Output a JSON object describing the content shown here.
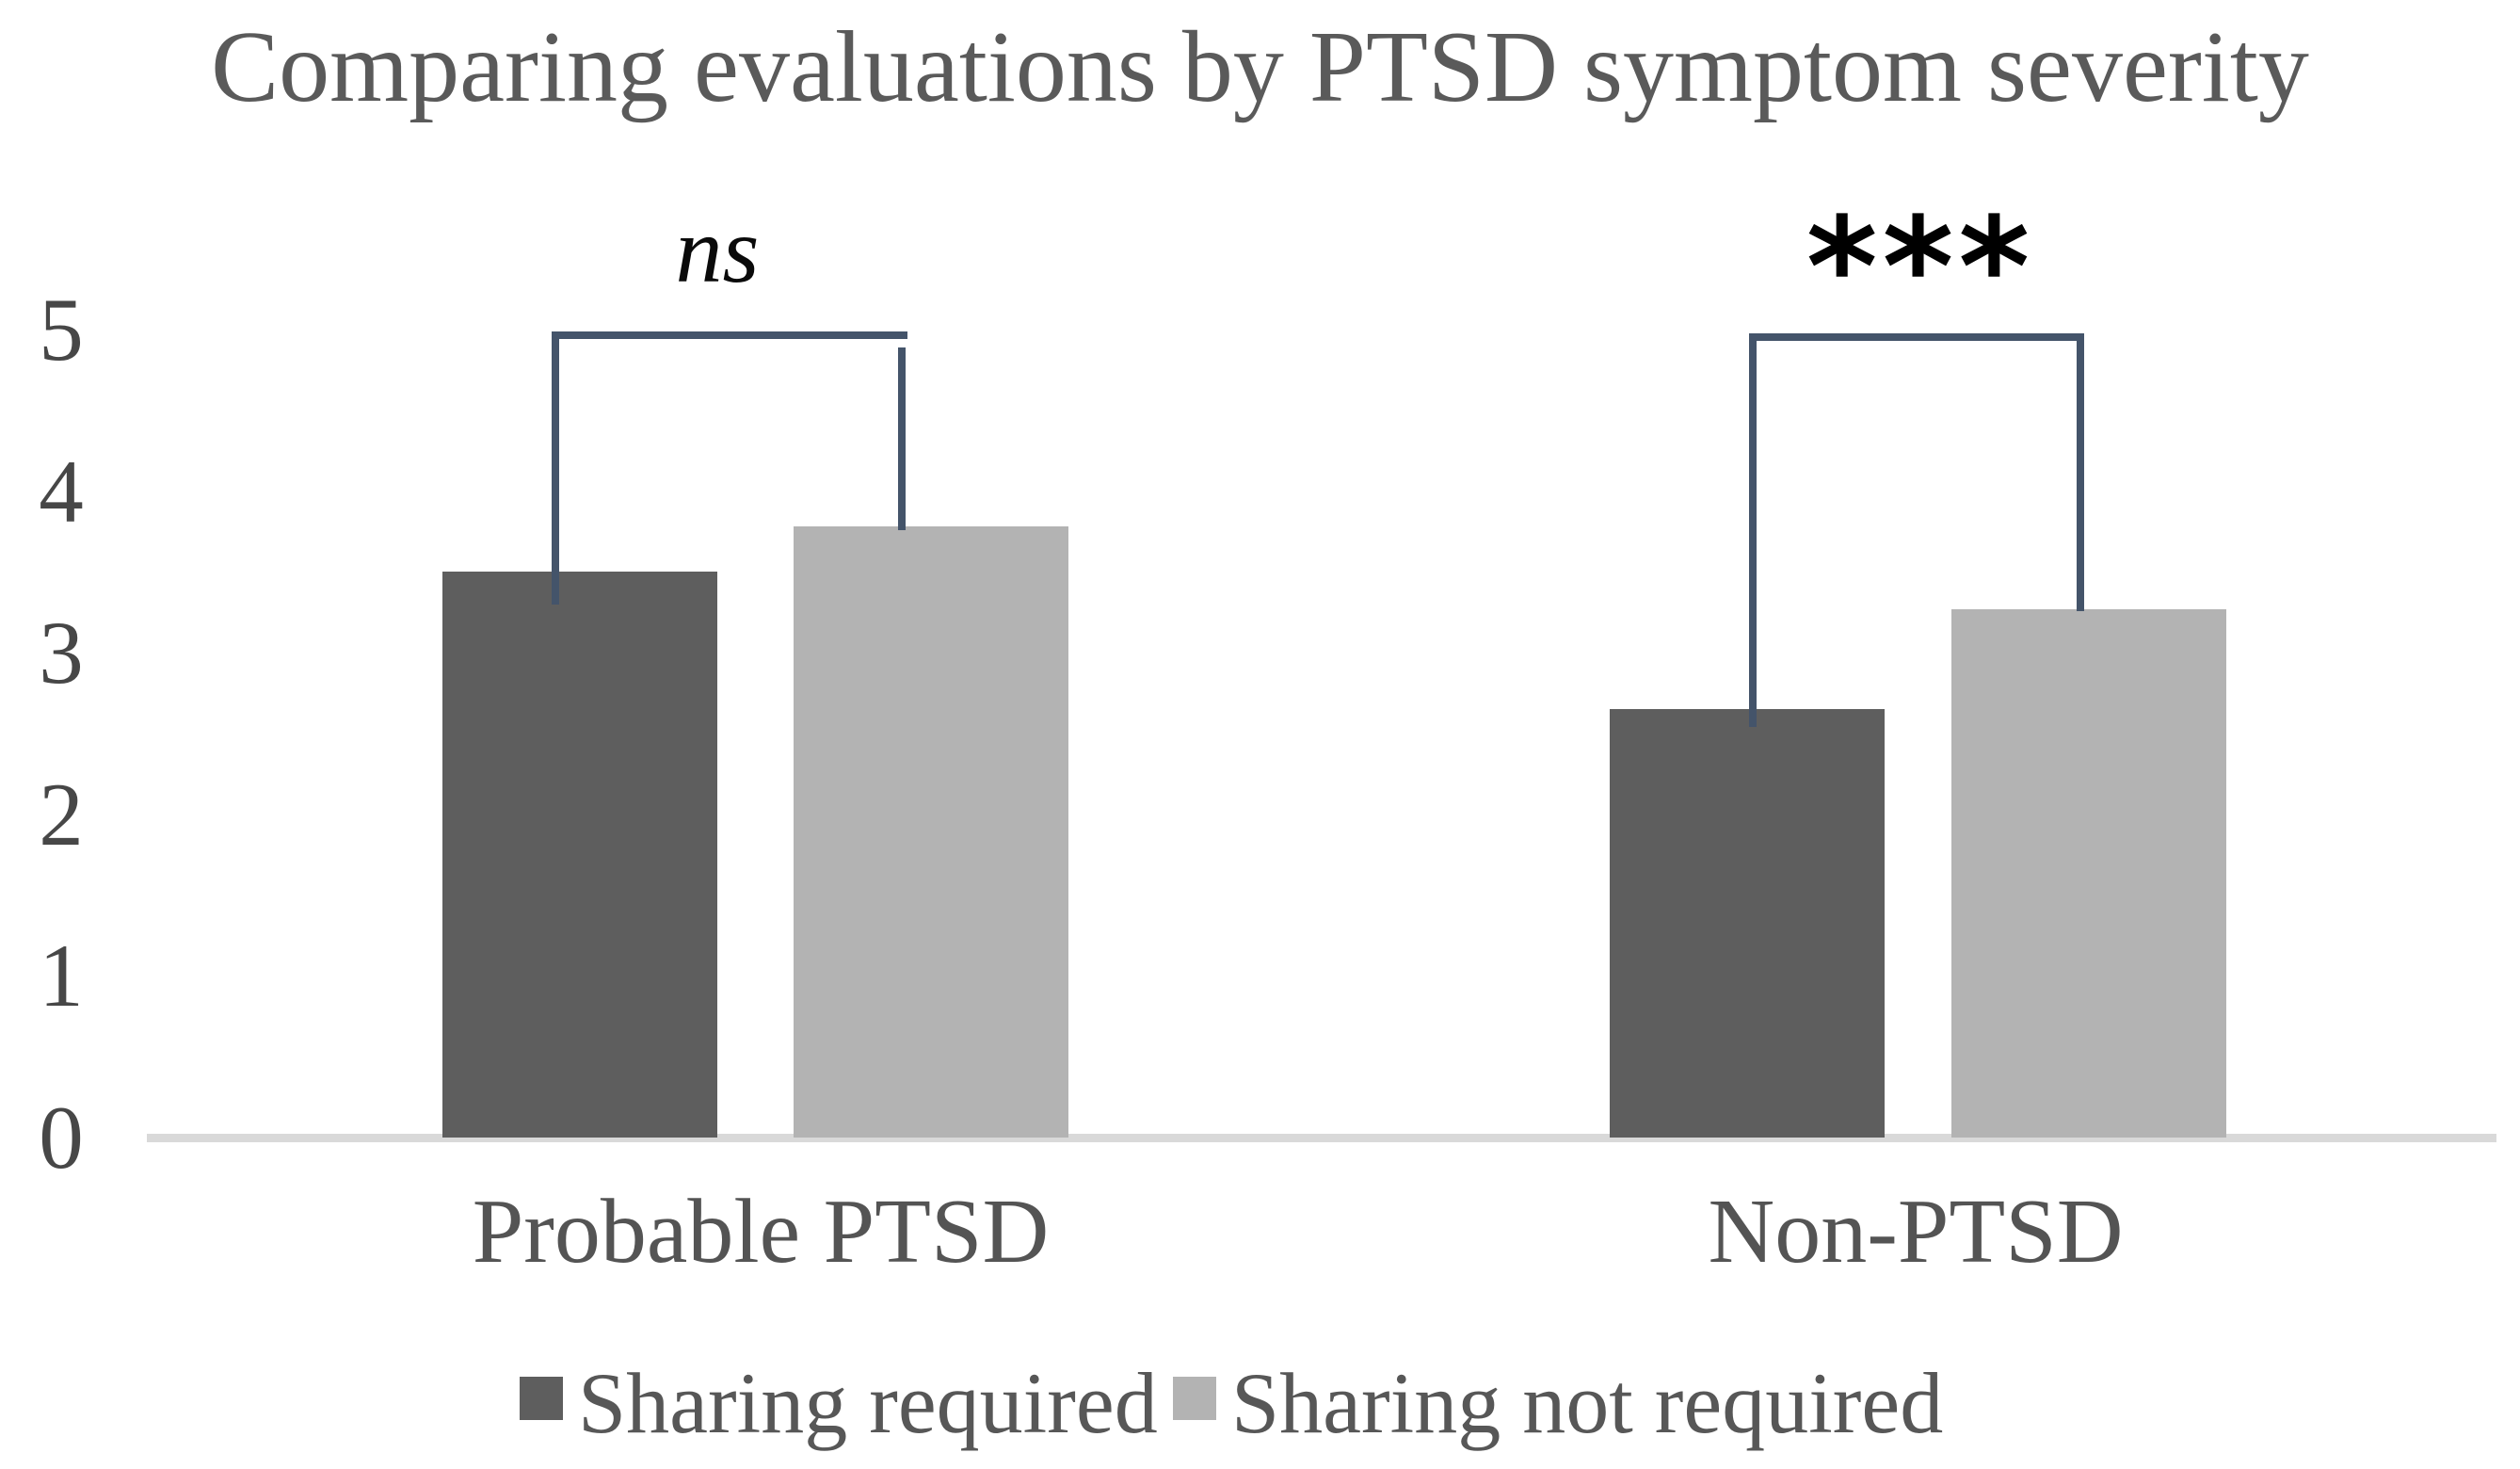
{
  "title": "Comparing evaluations by PTSD symptom severity",
  "chart_data": {
    "type": "bar",
    "categories": [
      "Probable PTSD",
      "Non-PTSD"
    ],
    "series": [
      {
        "name": "Sharing required",
        "color": "#5e5e5e",
        "values": [
          3.5,
          2.65
        ]
      },
      {
        "name": "Sharing not required",
        "color": "#b3b3b3",
        "values": [
          3.78,
          3.27
        ]
      }
    ],
    "ylim": [
      0,
      5
    ],
    "yticks": [
      0,
      1,
      2,
      3,
      4,
      5
    ],
    "xlabel": "",
    "ylabel": "",
    "grid": false,
    "legend_position": "bottom",
    "annotations": [
      {
        "group": "Probable PTSD",
        "label": "ns",
        "meaning": "not significant"
      },
      {
        "group": "Non-PTSD",
        "label": "***",
        "meaning": "p < .001"
      }
    ]
  },
  "colors": {
    "bar_dark": "#5e5e5e",
    "bar_light": "#b3b3b3",
    "bracket": "#44546a",
    "axis_line": "#d9d9d9",
    "text_gray": "#5a5a5a",
    "sig_text": "#000000"
  }
}
